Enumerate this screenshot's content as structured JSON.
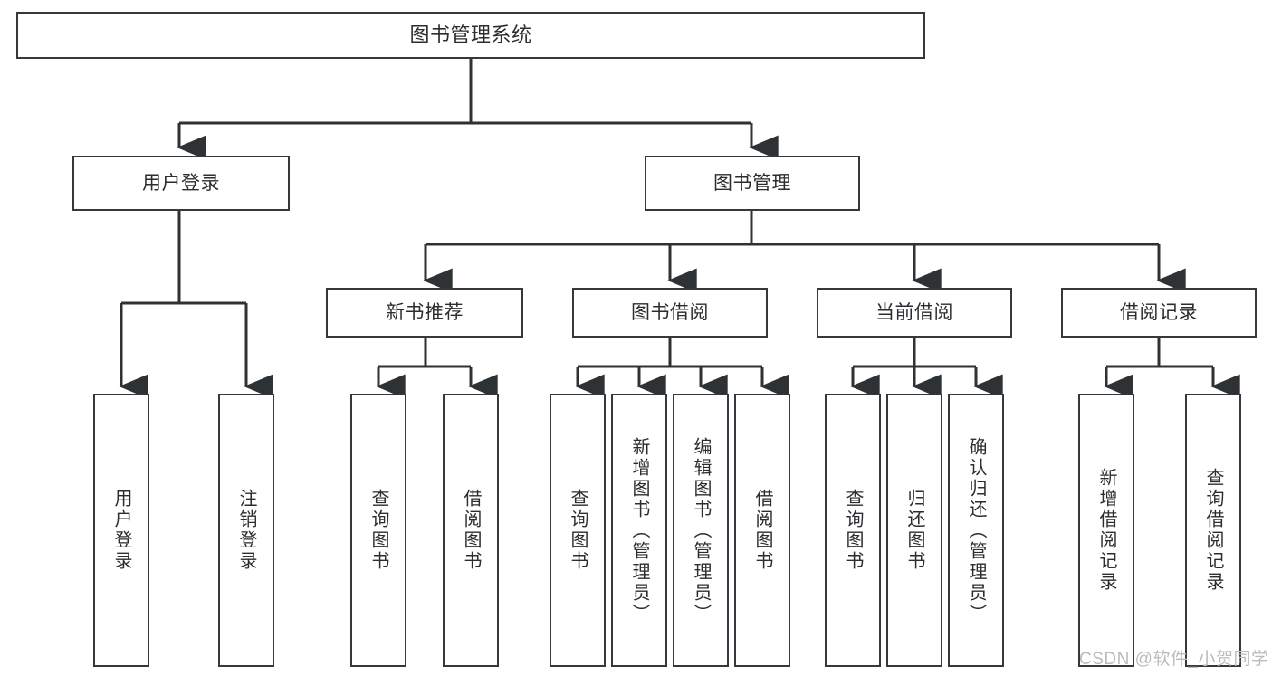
{
  "diagram": {
    "title": "图书管理系统",
    "watermark": "CSDN @软件_小贺同学",
    "colors": {
      "background": "#ffffff",
      "box_border": "#35383c",
      "box_fill": "#ffffff",
      "text": "#2b2d30",
      "connector": "#2f3235",
      "watermark": "#b9bbbd"
    },
    "levels": {
      "root": {
        "label": "图书管理系统"
      },
      "level2": [
        {
          "label": "用户登录"
        },
        {
          "label": "图书管理"
        }
      ],
      "level3": [
        {
          "label": "新书推荐"
        },
        {
          "label": "图书借阅"
        },
        {
          "label": "当前借阅"
        },
        {
          "label": "借阅记录"
        }
      ],
      "leaves": {
        "user_login": [
          {
            "label": "用户登录"
          },
          {
            "label": "注销登录"
          }
        ],
        "new_book_recommend": [
          {
            "label": "查询图书"
          },
          {
            "label": "借阅图书"
          }
        ],
        "book_borrow": [
          {
            "label": "查询图书"
          },
          {
            "label": "新增图书（管理员）"
          },
          {
            "label": "编辑图书（管理员）"
          },
          {
            "label": "借阅图书"
          }
        ],
        "current_borrow": [
          {
            "label": "查询图书"
          },
          {
            "label": "归还图书"
          },
          {
            "label": "确认归还（管理员）"
          }
        ],
        "borrow_record": [
          {
            "label": "新增借阅记录"
          },
          {
            "label": "查询借阅记录"
          }
        ]
      }
    }
  }
}
